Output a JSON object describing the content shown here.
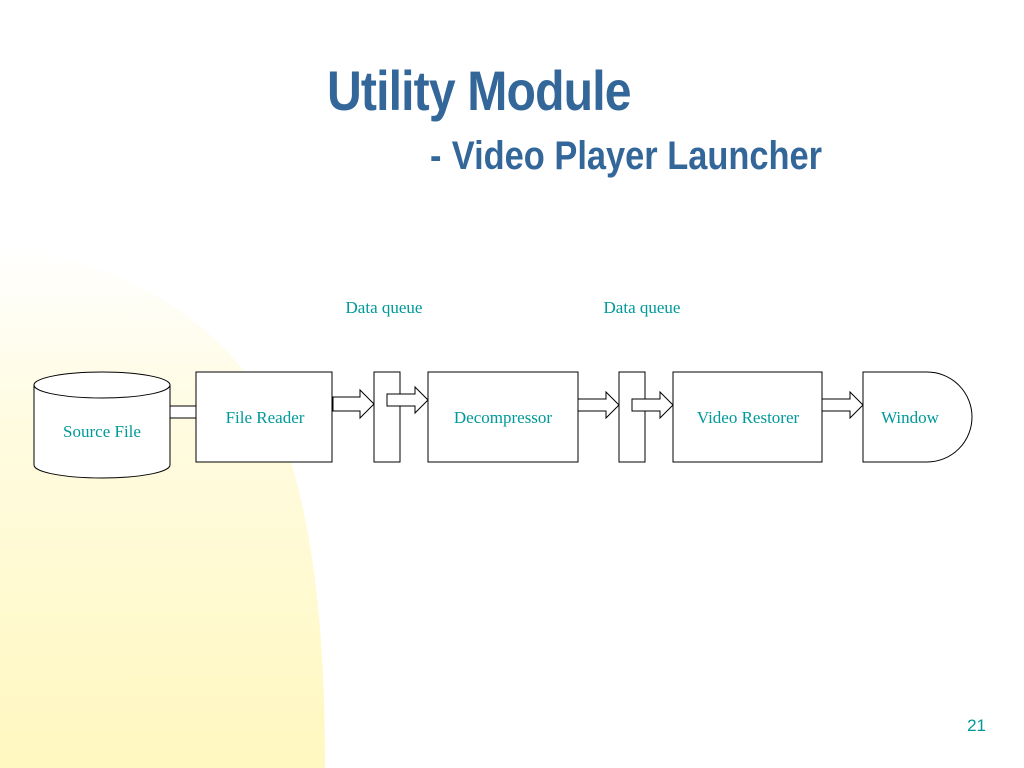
{
  "slide": {
    "title": "Utility Module",
    "subtitle_dash": "-",
    "subtitle": "Video Player Launcher",
    "page_number": "21"
  },
  "diagram": {
    "nodes": {
      "source_file": "Source File",
      "file_reader": "File Reader",
      "decompressor": "Decompressor",
      "video_restorer": "Video Restorer",
      "window": "Window"
    },
    "queues": {
      "queue_1": "Data queue",
      "queue_2": "Data queue"
    }
  },
  "colors": {
    "title": "#336699",
    "label": "#009999",
    "background_shape": "#FFFFCC"
  }
}
